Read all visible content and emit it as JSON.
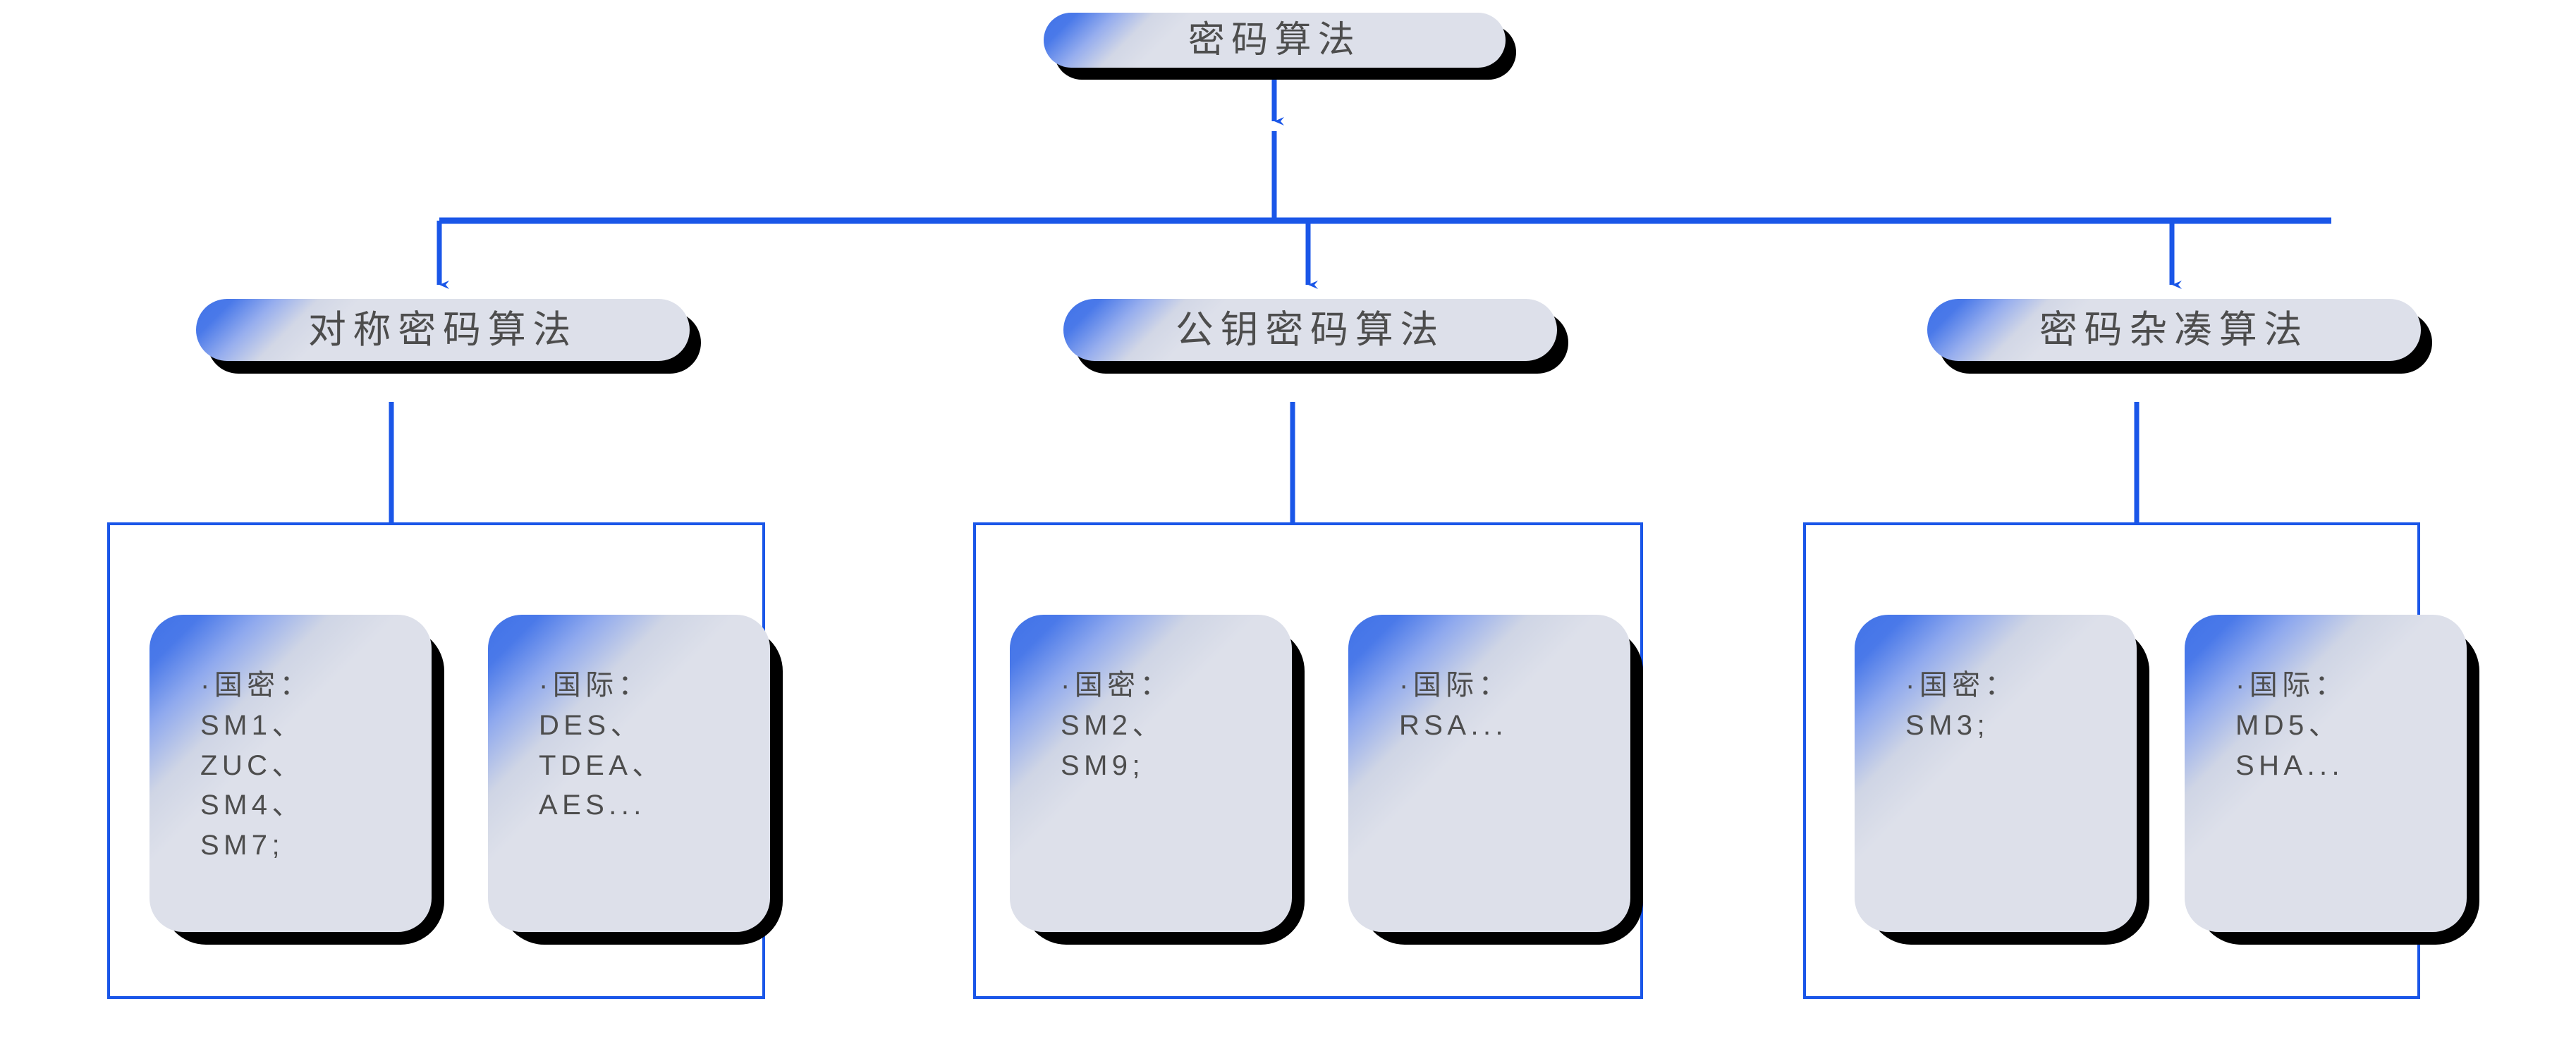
{
  "diagram": {
    "title": "密码算法",
    "type": "hierarchy-tree",
    "colors": {
      "accent_blue": "#1a56e8",
      "node_gradient_start": "#4173e8",
      "node_gradient_end": "#dde0ea",
      "node_shadow": "#000000",
      "text": "#4d4d4d",
      "background": "#ffffff"
    }
  },
  "root": {
    "label": "密码算法"
  },
  "branches": [
    {
      "id": "symmetric",
      "label": "对称密码算法",
      "leaves": [
        {
          "id": "sym-domestic",
          "label": "·国密：\nSM1、\nZUC、\nSM4、\nSM7;"
        },
        {
          "id": "sym-international",
          "label": "·国际：\nDES、\nTDEA、\nAES..."
        }
      ]
    },
    {
      "id": "public-key",
      "label": "公钥密码算法",
      "leaves": [
        {
          "id": "pk-domestic",
          "label": "·国密：\nSM2、\nSM9;"
        },
        {
          "id": "pk-international",
          "label": "·国际：\nRSA..."
        }
      ]
    },
    {
      "id": "hash",
      "label": "密码杂凑算法",
      "leaves": [
        {
          "id": "hash-domestic",
          "label": "·国密：\nSM3;"
        },
        {
          "id": "hash-international",
          "label": "·国际：\nMD5、\nSHA..."
        }
      ]
    }
  ]
}
